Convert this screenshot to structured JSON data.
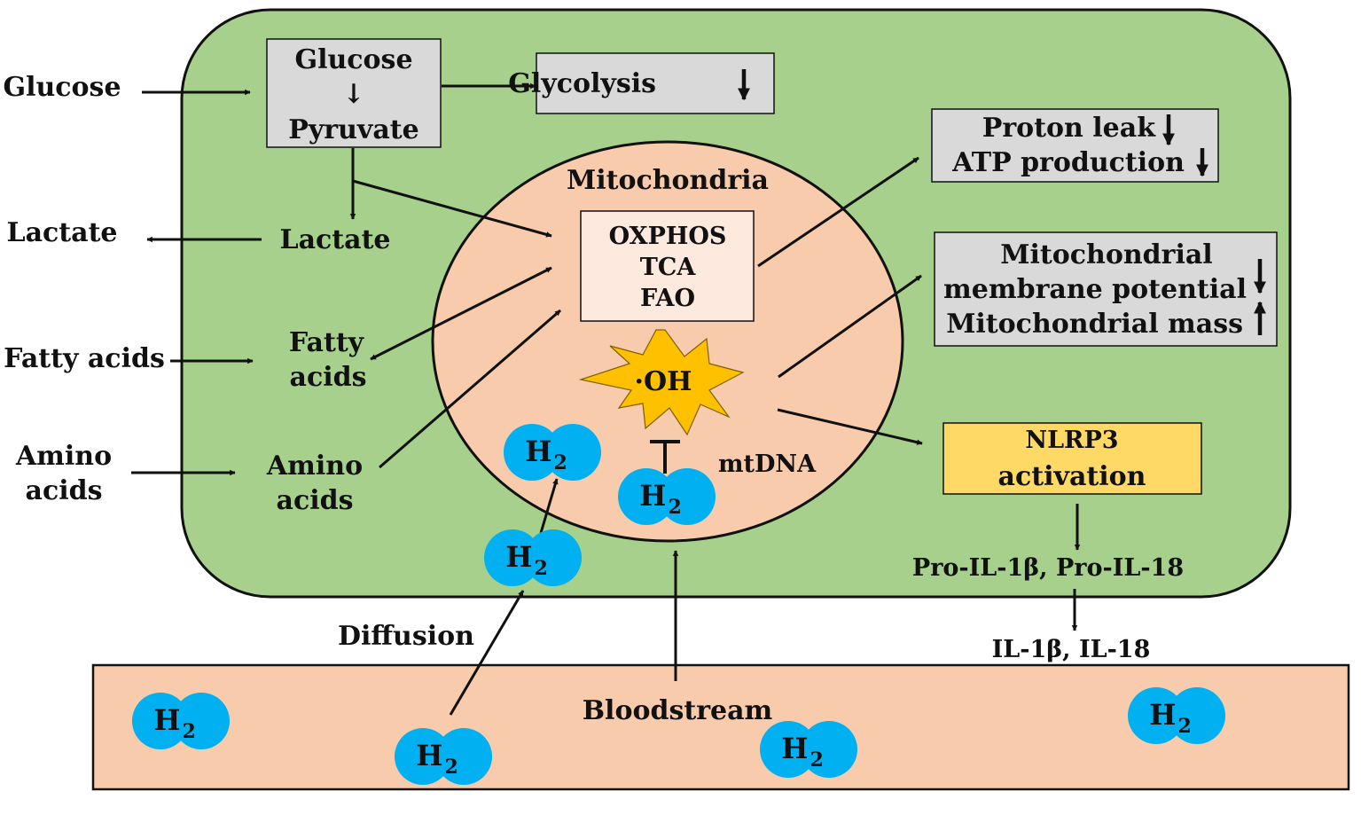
{
  "colors": {
    "cell_fill": "#a8d08d",
    "mito_fill": "#f8cbad",
    "blood_fill": "#f8cbad",
    "box_fill": "#d9d9d9",
    "oxphos_fill": "#fde9de",
    "nlrp3_fill": "#ffd966",
    "burst_fill": "#ffc000",
    "h2_fill": "#00b0f0"
  },
  "outside": {
    "glucose": "Glucose",
    "lactate": "Lactate",
    "fatty_acids": "Fatty acids",
    "amino_line1": "Amino",
    "amino_line2": "acids"
  },
  "cell": {
    "glucose_box_line1": "Glucose",
    "glucose_box_arrow": "↓",
    "glucose_box_line2": "Pyruvate",
    "glycolysis": "Glycolysis",
    "lactate": "Lactate",
    "fatty_line1": "Fatty",
    "fatty_line2": "acids",
    "amino_line1": "Amino",
    "amino_line2": "acids"
  },
  "mito": {
    "title": "Mitochondria",
    "pathways": [
      "OXPHOS",
      "TCA",
      "FAO"
    ],
    "radical": "·OH",
    "mtdna": "mtDNA"
  },
  "effects": {
    "proton_leak": "Proton leak",
    "atp": "ATP production",
    "mmp_line1": "Mitochondrial",
    "mmp_line2": "membrane potential",
    "mass": "Mitochondrial mass",
    "nlrp3_line1": "NLRP3",
    "nlrp3_line2": "activation",
    "pro_il": "Pro-IL-1β, Pro-IL-18",
    "il": "IL-1β, IL-18"
  },
  "blood": {
    "label": "Bloodstream",
    "diffusion": "Diffusion"
  },
  "h2": {
    "letter": "H",
    "subscript": "2"
  }
}
